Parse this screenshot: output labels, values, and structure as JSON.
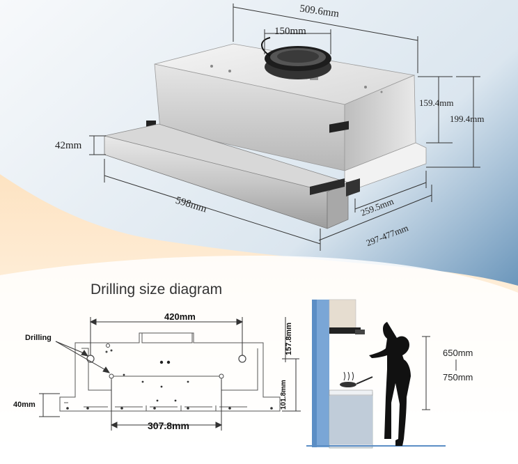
{
  "product_dims": {
    "width_top": "509.6mm",
    "duct_diameter": "150mm",
    "height_inner": "159.4mm",
    "height_total": "199.4mm",
    "front_panel_height": "42mm",
    "width_front": "598mm",
    "depth_fixed": "259.5mm",
    "depth_extended": "297-477mm"
  },
  "drilling": {
    "title": "Drilling size diagram",
    "drilling_label": "Drilling",
    "width_top": "420mm",
    "width_bottom": "307.8mm",
    "height_top": "157.8mm",
    "height_side": "101.8mm",
    "height_left": "40mm"
  },
  "installation": {
    "height_min": "650mm",
    "height_max": "750mm"
  },
  "colors": {
    "bg_top": "#f4f8fb",
    "bg_blue": "#4a7da8",
    "bg_warm": "#fde6c6",
    "wall_blue": "#5b8ec5",
    "steel": "#c9c9c9"
  }
}
